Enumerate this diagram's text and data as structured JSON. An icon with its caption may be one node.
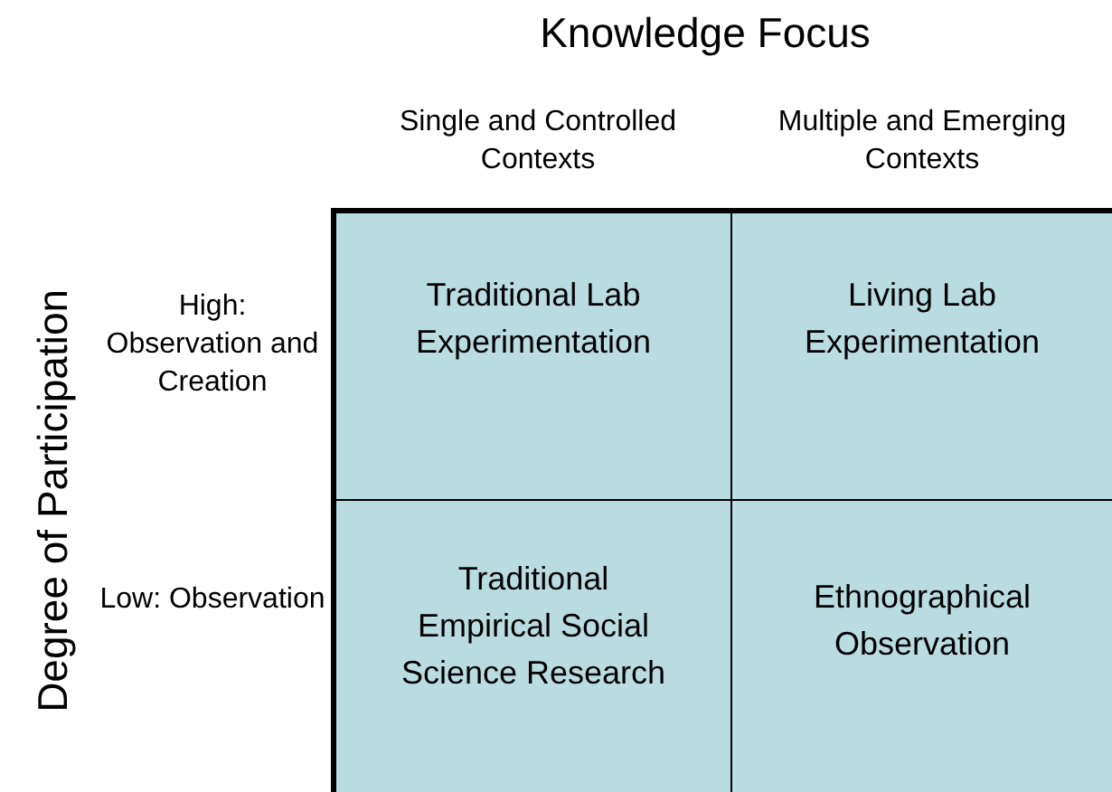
{
  "diagram": {
    "nodes": [
      {
        "text": [
          "Traditional Lab Experimentation"
        ]
      },
      {
        "text": [
          "Living Lab Experimentation"
        ]
      },
      {
        "text": [
          "Traditional Empirical Social Science Research"
        ]
      },
      {
        "text": [
          "Ethnographical Observation"
        ]
      }
    ],
    "labels": [
      "Knowledge Focus",
      "Single and Controlled Contexts",
      "Multiple and Emerging Contexts",
      "Degree of Participation",
      "High: Observation and Creation",
      "Low: Observation"
    ]
  }
}
